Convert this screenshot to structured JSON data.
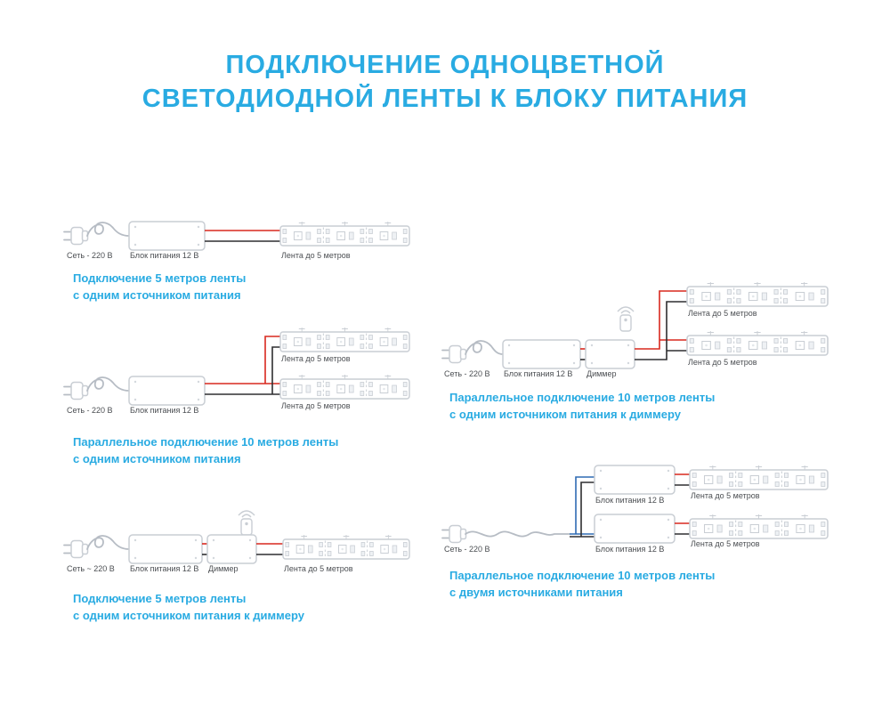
{
  "title": {
    "line1": "ПОДКЛЮЧЕНИЕ ОДНОЦВЕТНОЙ",
    "line2": "СВЕТОДИОДНОЙ ЛЕНТЫ К БЛОКУ ПИТАНИЯ"
  },
  "colors": {
    "accent": "#29abe2",
    "wire_red": "#d8281e",
    "wire_black": "#2e2e30",
    "wire_blue": "#2f6bb3",
    "outline": "#c9ced4"
  },
  "diagrams": [
    {
      "mains": "Сеть - 220 В",
      "psu": "Блок питания 12 В",
      "strip": "Лента до 5 метров",
      "caption": "Подключение 5 метров ленты\nс одним источником питания"
    },
    {
      "mains": "Сеть - 220 В",
      "psu": "Блок питания 12 В",
      "strip1": "Лента до 5 метров",
      "strip2": "Лента до 5 метров",
      "caption": "Параллельное подключение 10 метров ленты\nс одним источником питания"
    },
    {
      "mains": "Сеть ~ 220 В",
      "psu": "Блок питания 12 В",
      "dimmer": "Диммер",
      "strip": "Лента до 5 метров",
      "caption": "Подключение 5 метров ленты\nс одним источником питания к диммеру"
    },
    {
      "mains": "Сеть - 220 В",
      "psu": "Блок питания 12 В",
      "dimmer": "Диммер",
      "strip1": "Лента до 5 метров",
      "strip2": "Лента до 5 метров",
      "caption": "Параллельное подключение 10 метров ленты\nс одним источником питания к диммеру"
    },
    {
      "mains": "Сеть - 220 В",
      "psu1": "Блок питания 12 В",
      "psu2": "Блок питания 12 В",
      "strip1": "Лента до 5 метров",
      "strip2": "Лента до 5 метров",
      "caption": "Параллельное подключение 10 метров ленты\nс двумя источниками питания"
    }
  ]
}
